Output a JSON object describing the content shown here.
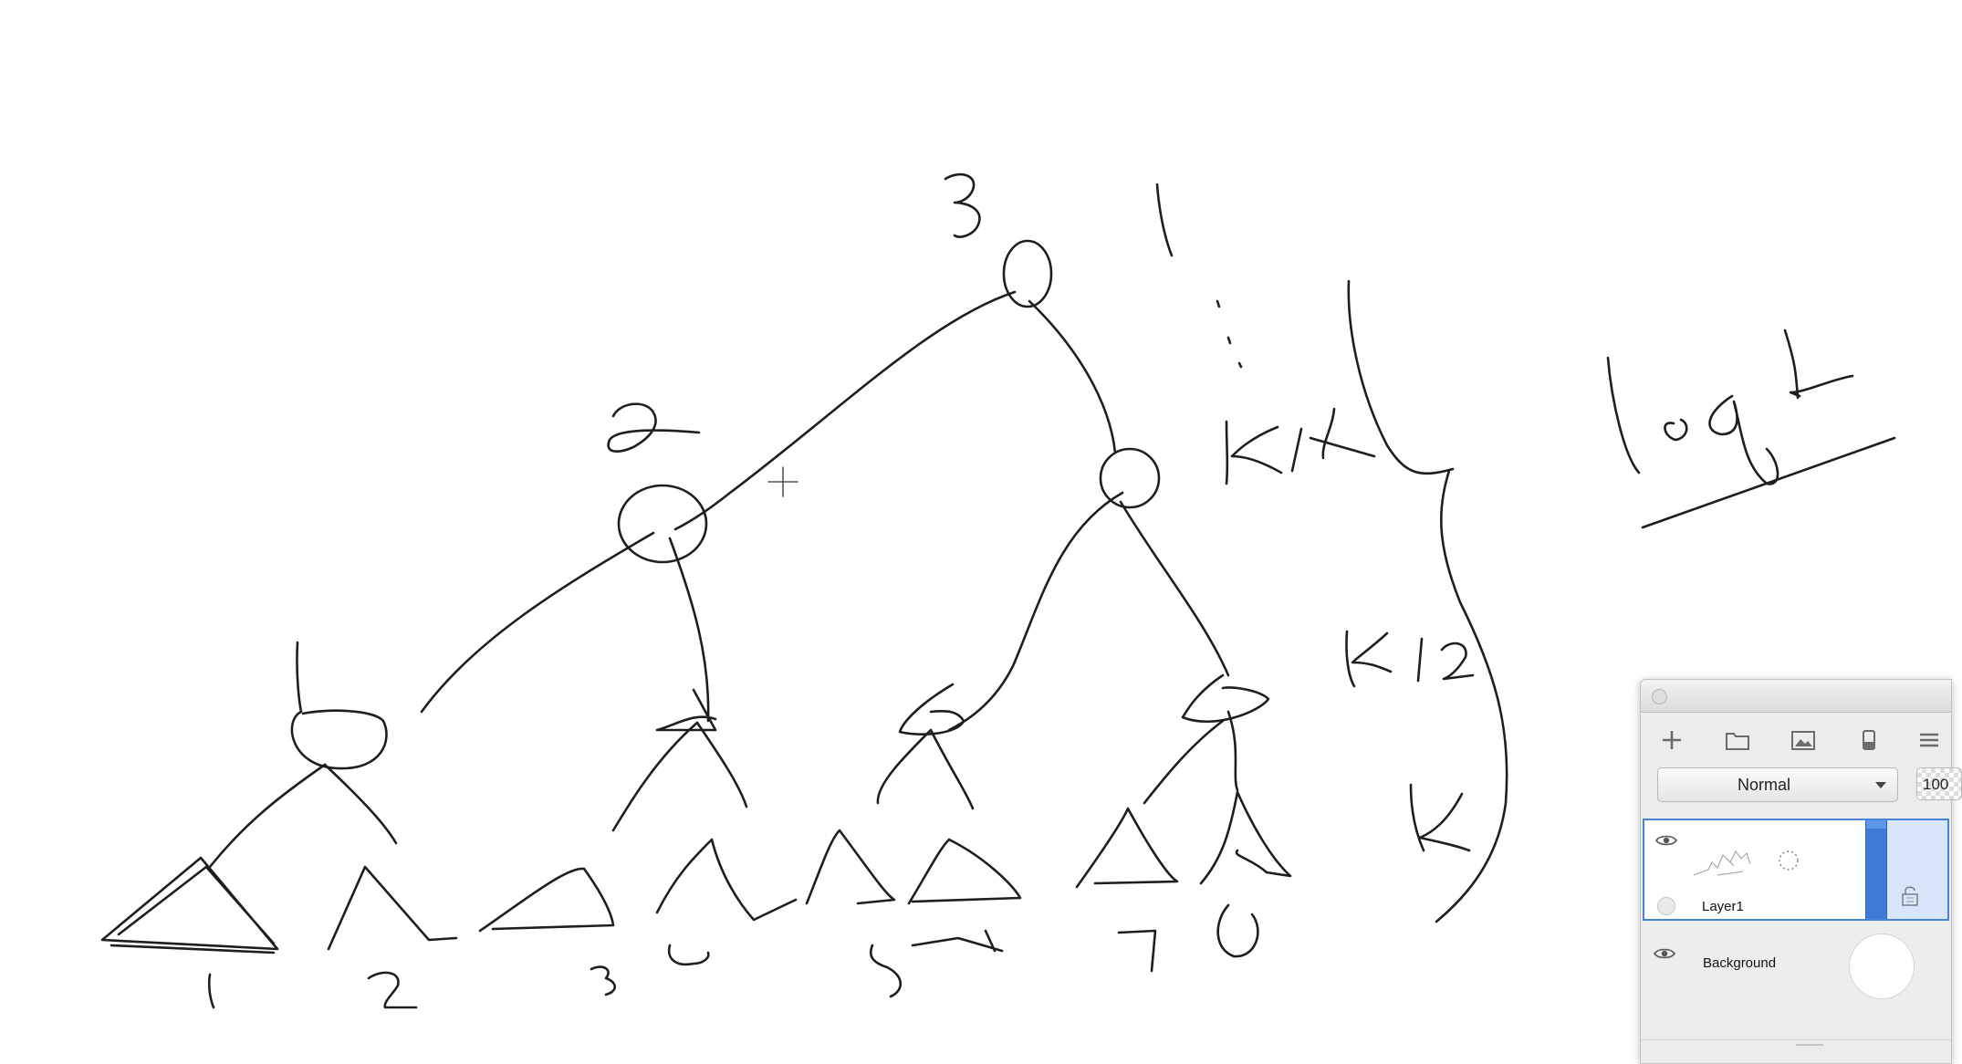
{
  "drawing": {
    "node_labels": [
      "3",
      "2"
    ],
    "level_marks": [
      "1",
      "k/4",
      "k/2",
      "k"
    ],
    "formula": "log k",
    "leaf_numbers": [
      "1",
      "2",
      "3",
      "4",
      "5",
      "6",
      "7",
      "8"
    ]
  },
  "layers_panel": {
    "toolbar": [
      "add-layer-icon",
      "folder-icon",
      "image-layer-icon",
      "mask-icon",
      "menu-icon"
    ],
    "blend_mode": "Normal",
    "opacity": "100",
    "layers": [
      {
        "name": "Layer1",
        "selected": true
      },
      {
        "name": "Background",
        "selected": false
      }
    ],
    "colors": {
      "selection": "#d7e6fb",
      "selection_border": "#4a82d8"
    }
  }
}
